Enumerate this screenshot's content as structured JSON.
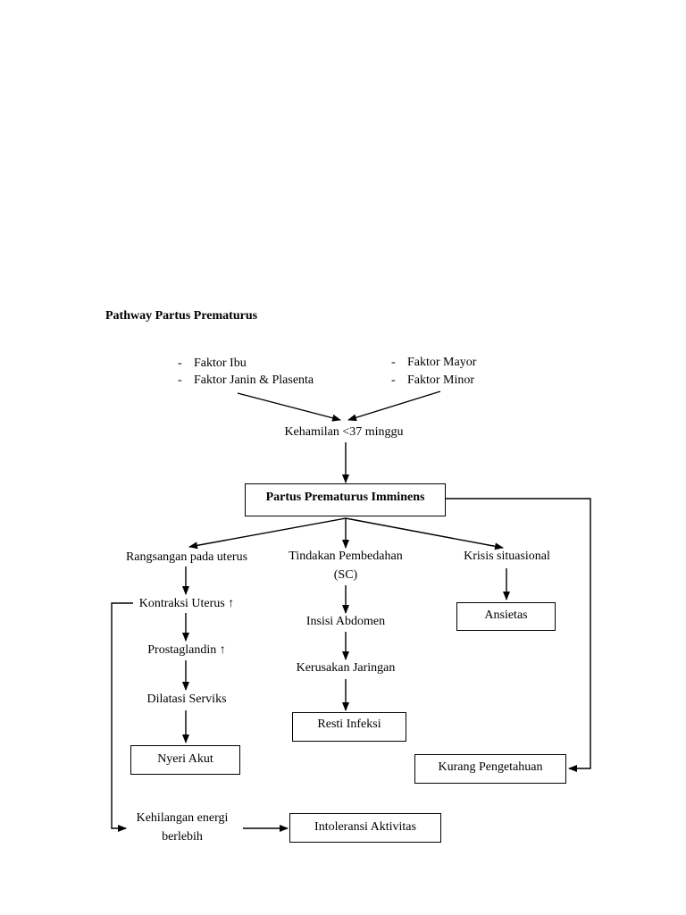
{
  "title": "Pathway Partus Prematurus",
  "factors_left": [
    "Faktor Ibu",
    "Faktor Janin & Plasenta"
  ],
  "factors_right": [
    "Faktor Mayor",
    "Faktor Minor"
  ],
  "bullet": "-",
  "kehamilan": "Kehamilan <37 minggu",
  "imminens": "Partus Prematurus Imminens",
  "left_branch": {
    "rangsangan": "Rangsangan pada uterus",
    "kontraksi": "Kontraksi Uterus ↑",
    "prostaglandin": "Prostaglandin ↑",
    "dilatasi": "Dilatasi Serviks",
    "nyeri": "Nyeri Akut"
  },
  "mid_branch": {
    "tindakan_line1": "Tindakan Pembedahan",
    "tindakan_line2": "(SC)",
    "insisi": "Insisi Abdomen",
    "kerusakan": "Kerusakan Jaringan",
    "resti": "Resti Infeksi"
  },
  "right_branch": {
    "krisis": "Krisis situasional",
    "ansietas": "Ansietas",
    "kurang": "Kurang Pengetahuan"
  },
  "bottom": {
    "kehilangan_line1": "Kehilangan energi",
    "kehilangan_line2": "berlebih",
    "intoleransi": "Intoleransi Aktivitas"
  }
}
